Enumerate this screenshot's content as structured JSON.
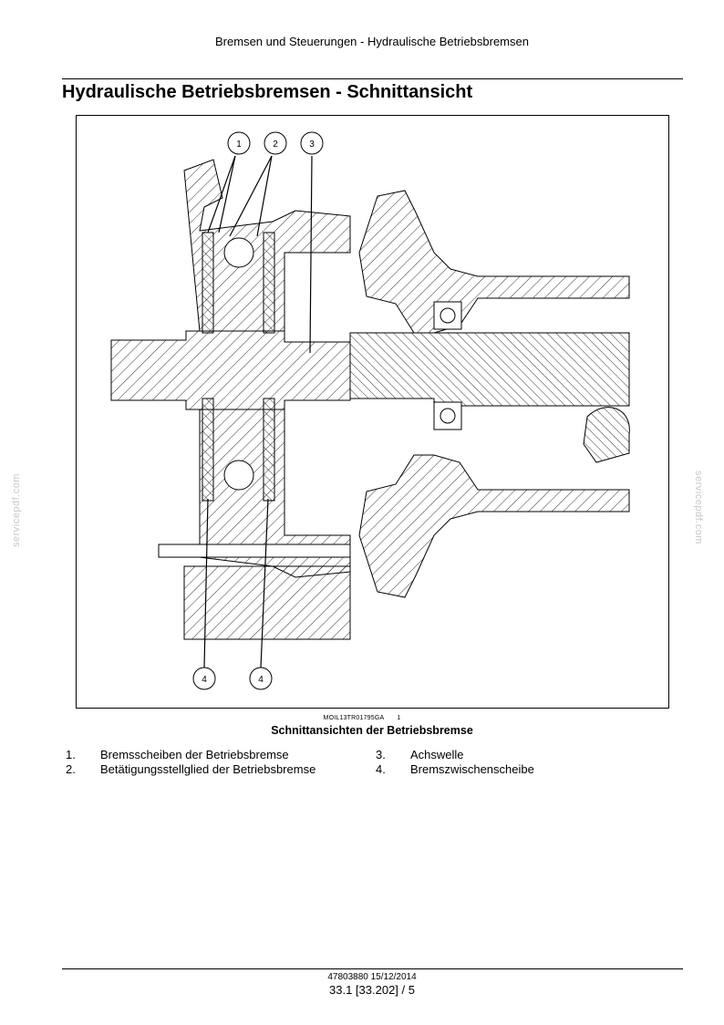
{
  "header": {
    "running_title": "Bremsen und Steuerungen - Hydraulische Betriebsbremsen"
  },
  "page_title": "Hydraulische Betriebsbremsen - Schnittansicht",
  "figure": {
    "callouts": [
      "1",
      "2",
      "3",
      "4",
      "4"
    ],
    "id": "MOIL13TR01795GA",
    "number": "1",
    "caption": "Schnittansichten der Betriebsbremse"
  },
  "legend": {
    "left": [
      {
        "num": "1.",
        "text": "Bremsscheiben der Betriebsbremse"
      },
      {
        "num": "2.",
        "text": "Betätigungsstellglied der Betriebsbremse"
      }
    ],
    "right": [
      {
        "num": "3.",
        "text": "Achswelle"
      },
      {
        "num": "4.",
        "text": "Bremszwischenscheibe"
      }
    ]
  },
  "footer": {
    "doc_ref": "47803880 15/12/2014",
    "page_ref": "33.1 [33.202] / 5"
  },
  "watermark": "servicepdf.com"
}
